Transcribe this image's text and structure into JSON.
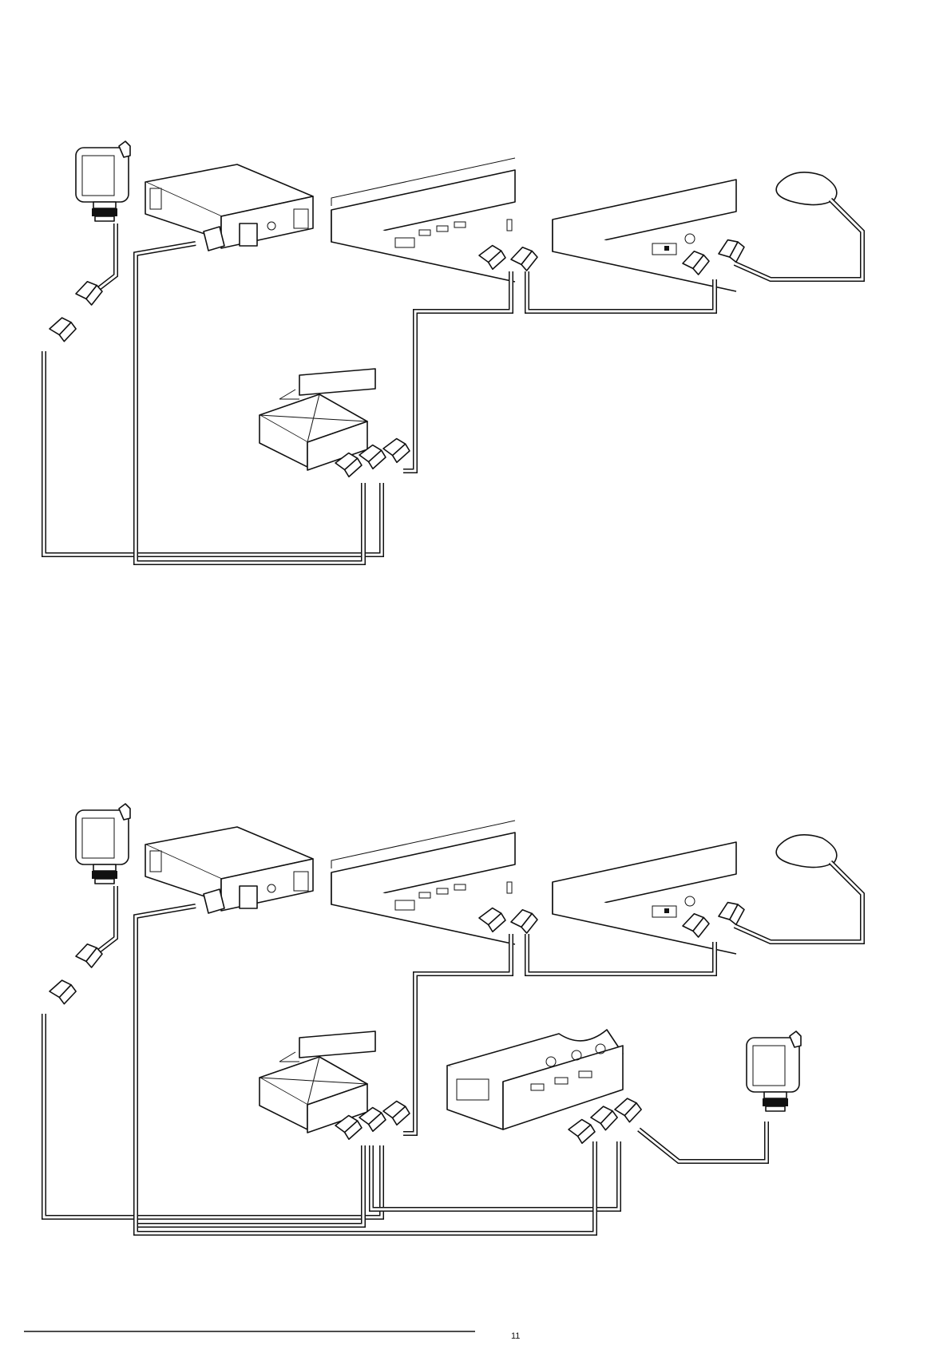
{
  "page": {
    "number": "11"
  },
  "colors": {
    "line": "#111111",
    "background": "#ffffff"
  },
  "diagrams": [
    {
      "id": "top"
    },
    {
      "id": "bottom"
    }
  ]
}
